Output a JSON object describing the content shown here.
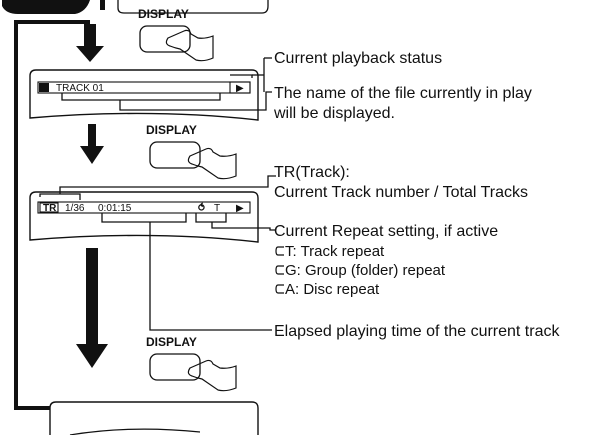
{
  "display_button_label": "DISPLAY",
  "screen1": {
    "track_text": "TRACK 01",
    "play_symbol": "▶",
    "file_icon": "file-icon"
  },
  "screen2": {
    "tr_badge": "TR",
    "track_count": "1/36",
    "elapsed": "0:01:15",
    "repeat_symbol": "⥀",
    "repeat_mode": "T",
    "play_symbol": "▶"
  },
  "callouts": {
    "playback_status": "Current playback status",
    "file_name_line1": "The name of the file currently in play",
    "file_name_line2": "will be displayed.",
    "track_line1": "TR(Track):",
    "track_line2": "Current Track number / Total Tracks",
    "repeat_title": "Current Repeat setting, if active",
    "repeat_track": "T: Track repeat",
    "repeat_group": "G: Group (folder) repeat",
    "repeat_disc": "A: Disc repeat",
    "elapsed_time": "Elapsed playing time of the current track"
  }
}
